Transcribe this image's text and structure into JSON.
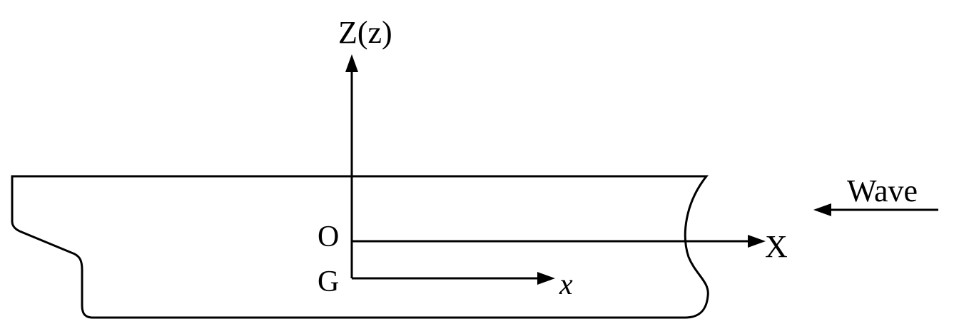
{
  "labels": {
    "z_axis": "Z(z)",
    "x_axis_upper": "X",
    "x_axis_lower": "x",
    "origin_o": "O",
    "origin_g": "G",
    "wave": "Wave"
  },
  "colors": {
    "stroke": "#000000",
    "background": "#ffffff"
  }
}
